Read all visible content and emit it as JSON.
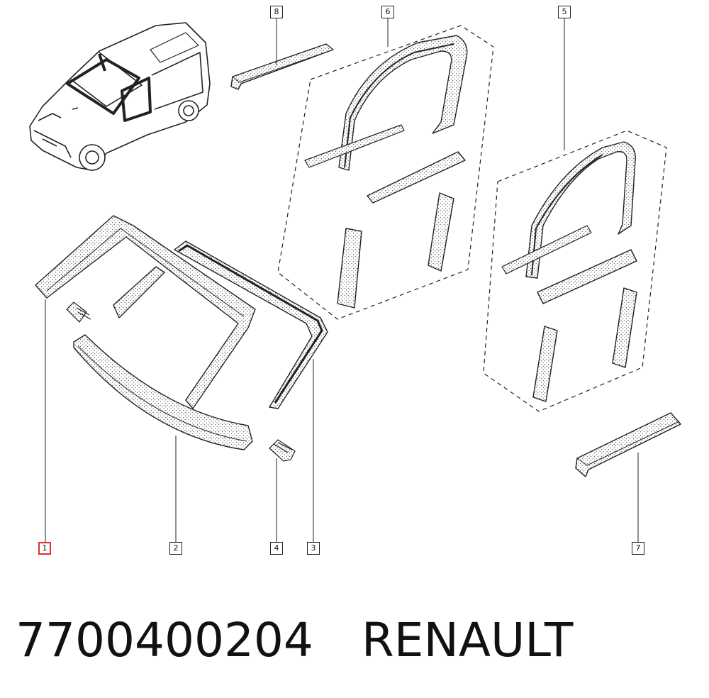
{
  "callouts": [
    {
      "number": "1",
      "highlighted": true
    },
    {
      "number": "2",
      "highlighted": false
    },
    {
      "number": "3",
      "highlighted": false
    },
    {
      "number": "4",
      "highlighted": false
    },
    {
      "number": "5",
      "highlighted": false
    },
    {
      "number": "6",
      "highlighted": false
    },
    {
      "number": "7",
      "highlighted": false
    },
    {
      "number": "8",
      "highlighted": false
    }
  ],
  "footer": {
    "part_number": "7700400204",
    "brand": "RENAULT"
  },
  "colors": {
    "line": "#222222",
    "highlight": "#e0302c",
    "background": "#ffffff"
  }
}
